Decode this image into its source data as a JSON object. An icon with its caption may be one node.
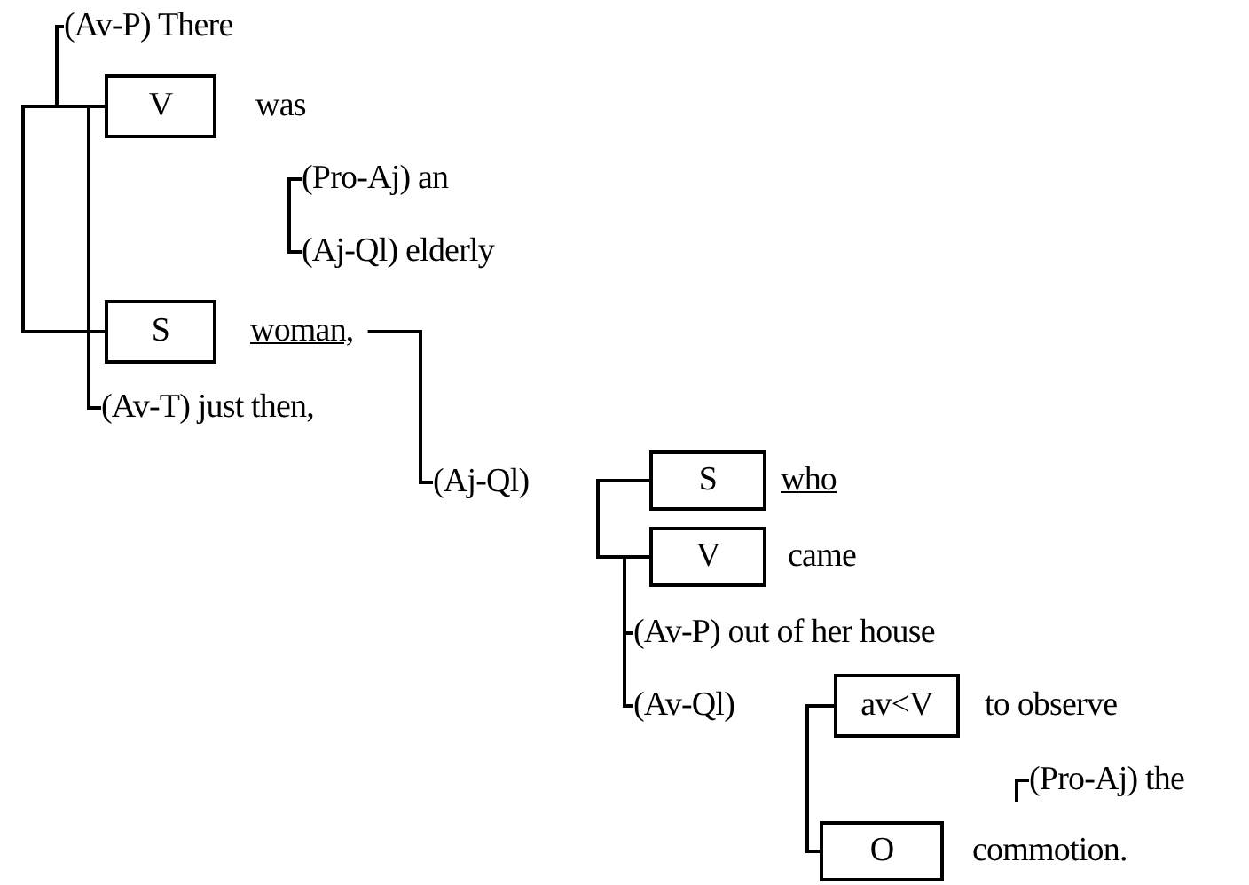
{
  "diagram": {
    "nodes": [
      {
        "text": [
          "(Av-P) There"
        ]
      },
      {
        "text": [
          "V"
        ],
        "beside": [
          "was"
        ]
      },
      {
        "text": [
          "(Pro-Aj) an"
        ]
      },
      {
        "text": [
          "(Aj-Ql) elderly"
        ]
      },
      {
        "text": [
          "S"
        ],
        "beside": [
          "woman,"
        ]
      },
      {
        "text": [
          "(Av-T) just then,"
        ]
      },
      {
        "text": [
          "(Aj-Ql)"
        ]
      },
      {
        "text": [
          "S"
        ],
        "beside": [
          "who"
        ]
      },
      {
        "text": [
          "V"
        ],
        "beside": [
          "came"
        ]
      },
      {
        "text": [
          "(Av-P) out of her house"
        ]
      },
      {
        "text": [
          "(Av-Ql)"
        ]
      },
      {
        "text": [
          "av<V"
        ],
        "beside": [
          "to observe"
        ]
      },
      {
        "text": [
          "O"
        ],
        "beside": [
          "commotion."
        ]
      }
    ],
    "edges": [
      {
        "from": 0,
        "to": 1,
        "arrow": "none"
      },
      {
        "from": 1,
        "to": 4,
        "arrow": "none"
      },
      {
        "from": 1,
        "to": 5,
        "arrow": "none"
      },
      {
        "from": 2,
        "to": 3,
        "arrow": "none"
      },
      {
        "from": 4,
        "to": 6,
        "arrow": "none"
      },
      {
        "from": 7,
        "to": 8,
        "arrow": "none"
      },
      {
        "from": 8,
        "to": 9,
        "arrow": "none"
      },
      {
        "from": 8,
        "to": 10,
        "arrow": "none"
      },
      {
        "from": 11,
        "to": 12,
        "arrow": "none"
      }
    ],
    "labels": [
      "(Pro-Aj) the"
    ]
  }
}
